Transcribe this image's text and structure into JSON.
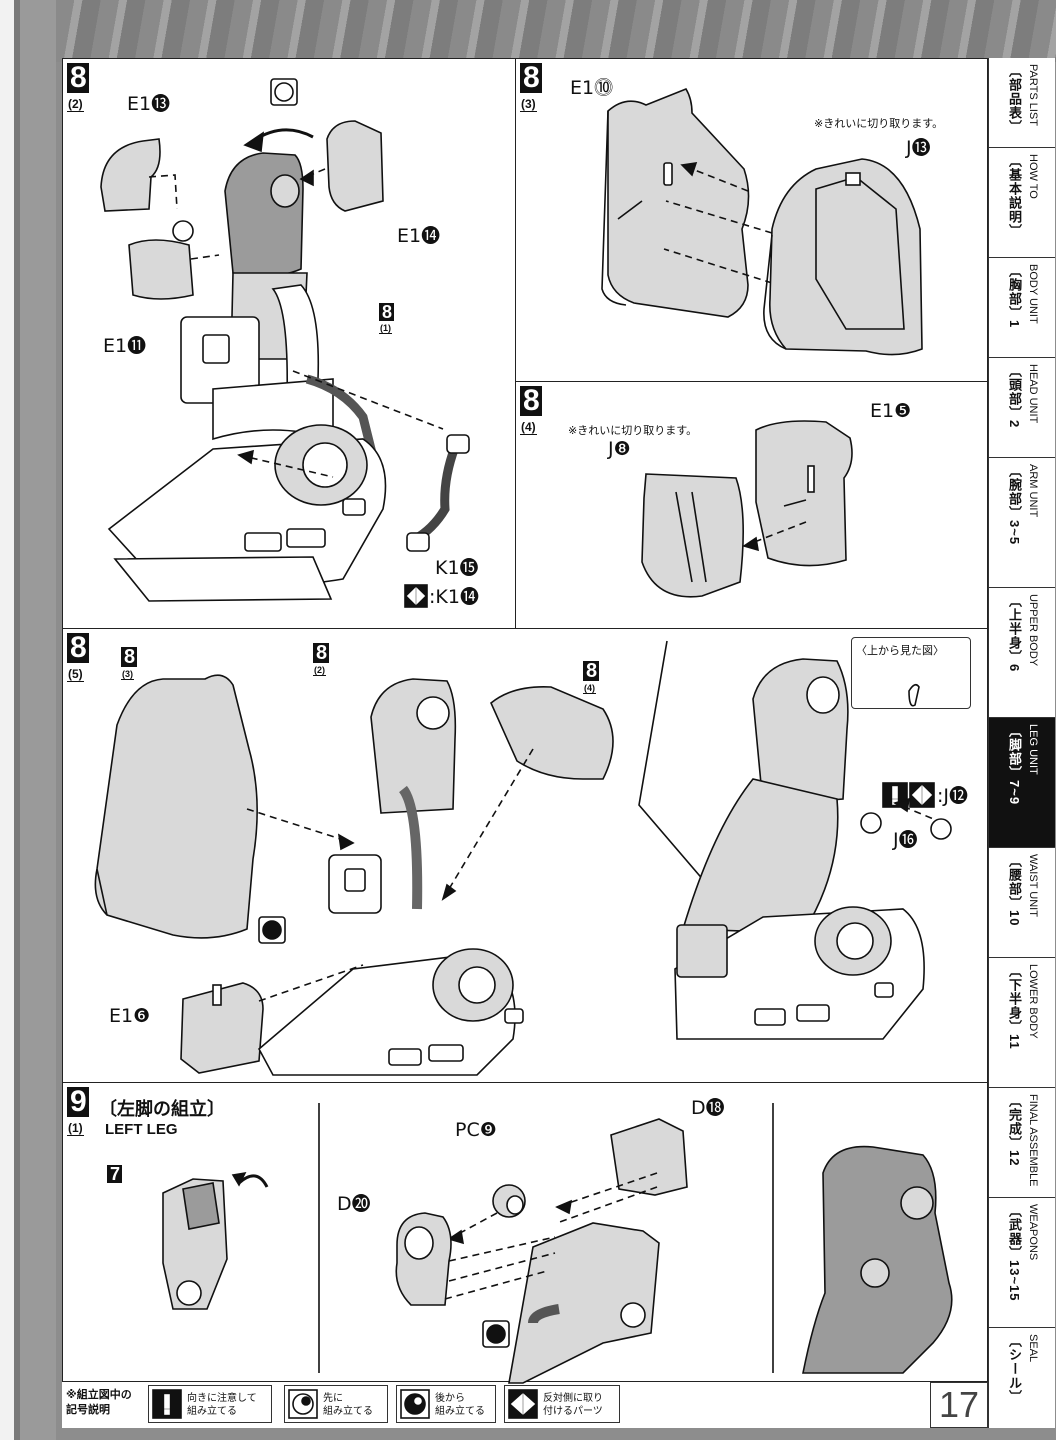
{
  "steps": {
    "s8_2": {
      "num": "8",
      "sub": "(2)",
      "parts": [
        "E1⓭",
        "E1⓮",
        "E1⓫",
        "K1⓯"
      ],
      "ref": "8",
      "ref_sub": "(1)",
      "mirror_part": ":K1⓮"
    },
    "s8_3": {
      "num": "8",
      "sub": "(3)",
      "parts": [
        "E1⓾",
        "J⓭"
      ],
      "note": "※きれいに切り取ります。"
    },
    "s8_4": {
      "num": "8",
      "sub": "(4)",
      "parts": [
        "J❽",
        "E1❺"
      ],
      "note": "※きれいに切り取ります。"
    },
    "s8_5": {
      "num": "8",
      "sub": "(5)",
      "refs": [
        {
          "num": "8",
          "sub": "(3)"
        },
        {
          "num": "8",
          "sub": "(2)"
        },
        {
          "num": "8",
          "sub": "(4)"
        }
      ],
      "parts": [
        "E1❻",
        "J⓰"
      ],
      "mirror_part": ":J⓬",
      "top_view": "〈上から見た図〉"
    },
    "s9_1": {
      "num": "9",
      "sub": "(1)",
      "title_jp": "〔左脚の組立〕",
      "title_en": "LEFT LEG",
      "ref": "7",
      "parts": [
        "PC❾",
        "D⓲",
        "D⓴"
      ]
    }
  },
  "tabs": [
    {
      "jp": "〔部品表〕",
      "en": "PARTS LIST",
      "active": false
    },
    {
      "jp": "〔基本説明〕",
      "en": "HOW TO",
      "active": false
    },
    {
      "jp": "〔胸部〕1",
      "en": "BODY UNIT",
      "active": false
    },
    {
      "jp": "〔頭部〕2",
      "en": "HEAD UNIT",
      "active": false
    },
    {
      "jp": "〔腕部〕3~5",
      "en": "ARM UNIT",
      "active": false
    },
    {
      "jp": "〔上半身〕6",
      "en": "UPPER BODY",
      "active": false
    },
    {
      "jp": "〔脚部〕7~9",
      "en": "LEG UNIT",
      "active": true
    },
    {
      "jp": "〔腰部〕10",
      "en": "WAIST UNIT",
      "active": false
    },
    {
      "jp": "〔下半身〕11",
      "en": "LOWER BODY",
      "active": false
    },
    {
      "jp": "〔完成〕12",
      "en": "FINAL ASSEMBLE",
      "active": false
    },
    {
      "jp": "〔武器〕13~15",
      "en": "WEAPONS",
      "active": false
    },
    {
      "jp": "〔シール〕",
      "en": "SEAL",
      "active": false
    }
  ],
  "legend": {
    "caption_1": "※組立図中の",
    "caption_2": "記号説明",
    "items": [
      {
        "icon": "exclamation-icon",
        "t1": "向きに注意して",
        "t2": "組み立てる"
      },
      {
        "icon": "front-circle-icon",
        "t1": "先に",
        "t2": "組み立てる"
      },
      {
        "icon": "back-circle-icon",
        "t1": "後から",
        "t2": "組み立てる"
      },
      {
        "icon": "mirror-arrow-icon",
        "t1": "反対側に取り",
        "t2": "付けるパーツ"
      }
    ]
  },
  "page_number": "17",
  "colors": {
    "highlight_part": "#9b9b9b",
    "ink": "#111111",
    "page_bg": "#ffffff",
    "active_tab": "#111111"
  }
}
